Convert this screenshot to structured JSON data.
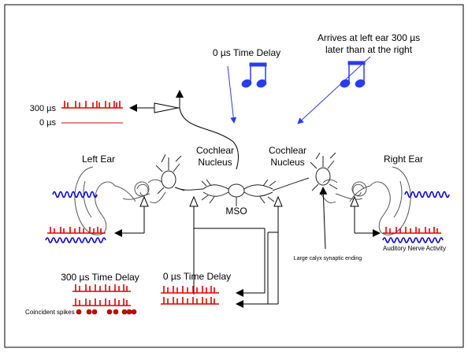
{
  "labels": {
    "time_delay_center": "0 µs Time Delay",
    "arrives_line1": "Arrives at left ear 300 µs",
    "arrives_line2": "later than at the right",
    "delay_300_top": "300 µs",
    "delay_0_top": "0 µs",
    "left_ear": "Left Ear",
    "right_ear": "Right Ear",
    "cochlear_left_1": "Cochlear",
    "cochlear_left_2": "Nucleus",
    "cochlear_right_1": "Cochlear",
    "cochlear_right_2": "Nucleus",
    "mso": "MSO",
    "calyx": "Large calyx synaptic ending",
    "auditory_nerve": "Auditory Nerve Activity",
    "delay_300_bottom": "300 µs Time Delay",
    "delay_0_bottom": "0 µs Time Delay",
    "coincident": "Coincident spikes"
  },
  "colors": {
    "spike": "#e00000",
    "wave": "#0000cc",
    "arrow_blue": "#2a3cf0",
    "coincident_dot": "#cc0000",
    "line": "#000000"
  },
  "icons": {
    "music_notes": "beamed-eighth-notes"
  }
}
